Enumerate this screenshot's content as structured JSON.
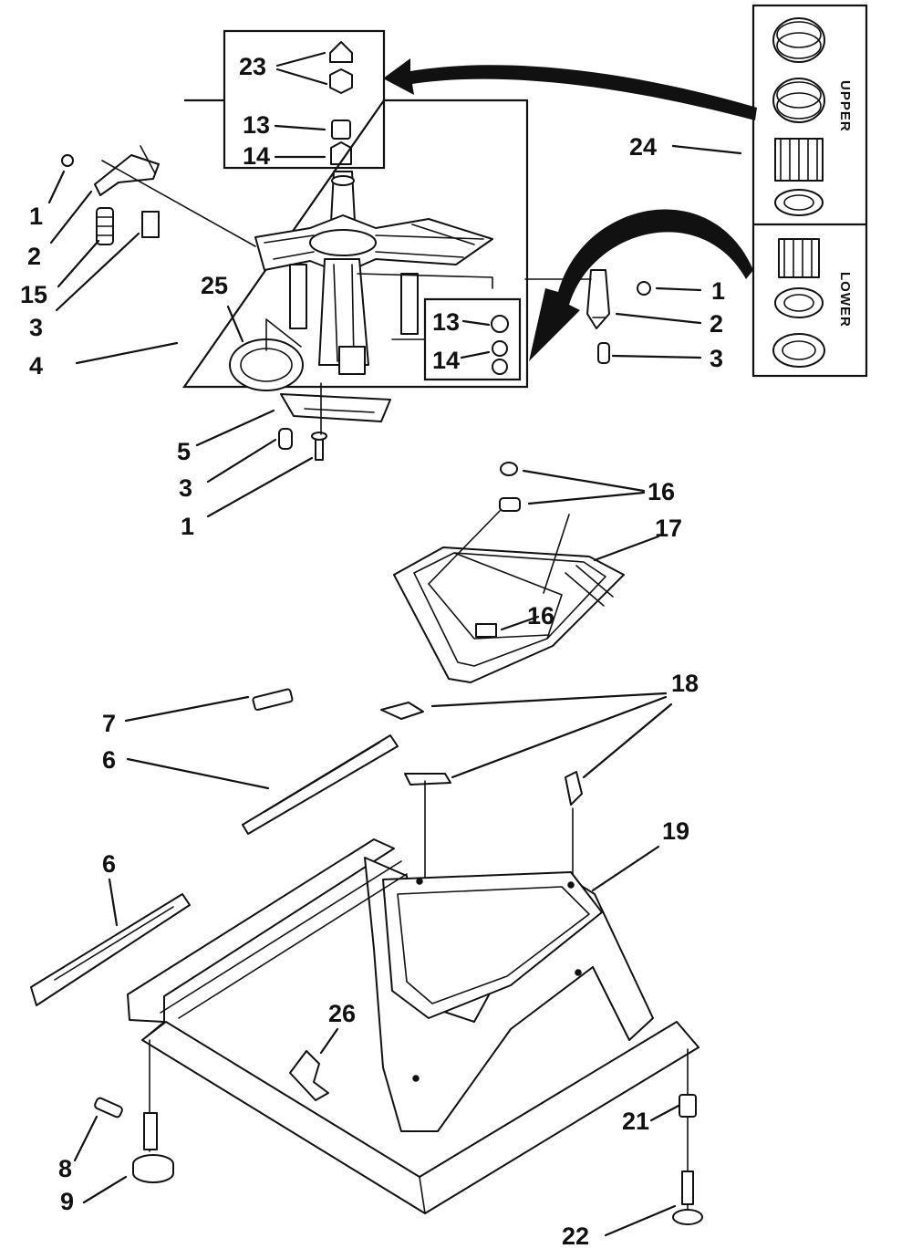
{
  "diagram": {
    "callouts": [
      {
        "id": "c-23",
        "text": "23"
      },
      {
        "id": "c-13a",
        "text": "13"
      },
      {
        "id": "c-14a",
        "text": "14"
      },
      {
        "id": "c-24",
        "text": "24"
      },
      {
        "id": "c-1a",
        "text": "1"
      },
      {
        "id": "c-2a",
        "text": "2"
      },
      {
        "id": "c-15",
        "text": "15"
      },
      {
        "id": "c-3a",
        "text": "3"
      },
      {
        "id": "c-4",
        "text": "4"
      },
      {
        "id": "c-25",
        "text": "25"
      },
      {
        "id": "c-13b",
        "text": "13"
      },
      {
        "id": "c-14b",
        "text": "14"
      },
      {
        "id": "c-1b",
        "text": "1"
      },
      {
        "id": "c-2b",
        "text": "2"
      },
      {
        "id": "c-3b",
        "text": "3"
      },
      {
        "id": "c-5",
        "text": "5"
      },
      {
        "id": "c-3c",
        "text": "3"
      },
      {
        "id": "c-1c",
        "text": "1"
      },
      {
        "id": "c-16a",
        "text": "16"
      },
      {
        "id": "c-17",
        "text": "17"
      },
      {
        "id": "c-16b",
        "text": "16"
      },
      {
        "id": "c-18",
        "text": "18"
      },
      {
        "id": "c-7",
        "text": "7"
      },
      {
        "id": "c-6a",
        "text": "6"
      },
      {
        "id": "c-19",
        "text": "19"
      },
      {
        "id": "c-6b",
        "text": "6"
      },
      {
        "id": "c-26",
        "text": "26"
      },
      {
        "id": "c-21",
        "text": "21"
      },
      {
        "id": "c-8",
        "text": "8"
      },
      {
        "id": "c-9",
        "text": "9"
      },
      {
        "id": "c-22",
        "text": "22"
      }
    ],
    "kit_labels": {
      "upper": "UPPER",
      "lower": "LOWER"
    }
  }
}
